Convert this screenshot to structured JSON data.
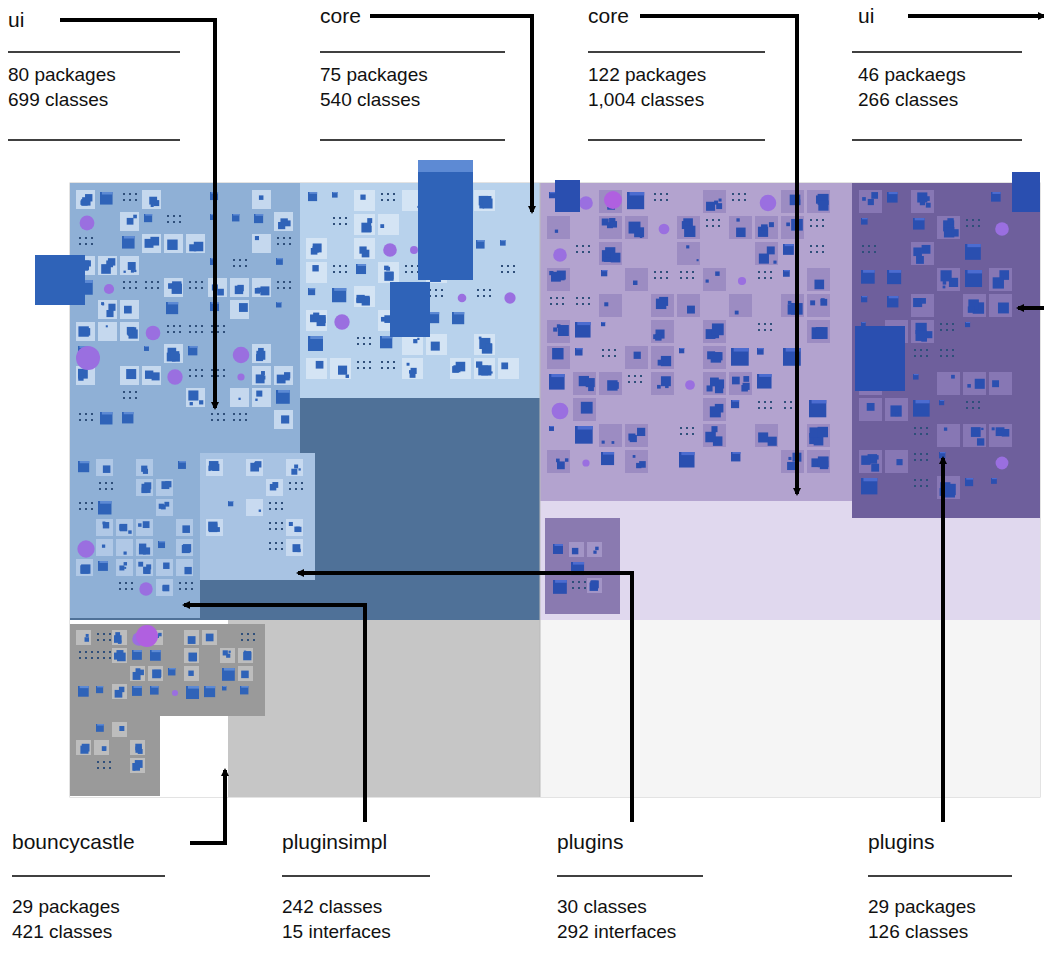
{
  "diagram": {
    "labels": [
      "ui",
      "80 packages",
      "699 classes",
      "core",
      "75 packages",
      "540 classes",
      "core",
      "122 packages",
      "1,004 classes",
      "ui",
      "46 packaegs",
      "266 classes",
      "bouncycastle",
      "29 packages",
      "421 classes",
      "pluginsimpl",
      "242 classes",
      "15 interfaces",
      "plugins",
      "30 classes",
      "292 interfaces",
      "plugins",
      "29 packages",
      "126 classes"
    ]
  }
}
